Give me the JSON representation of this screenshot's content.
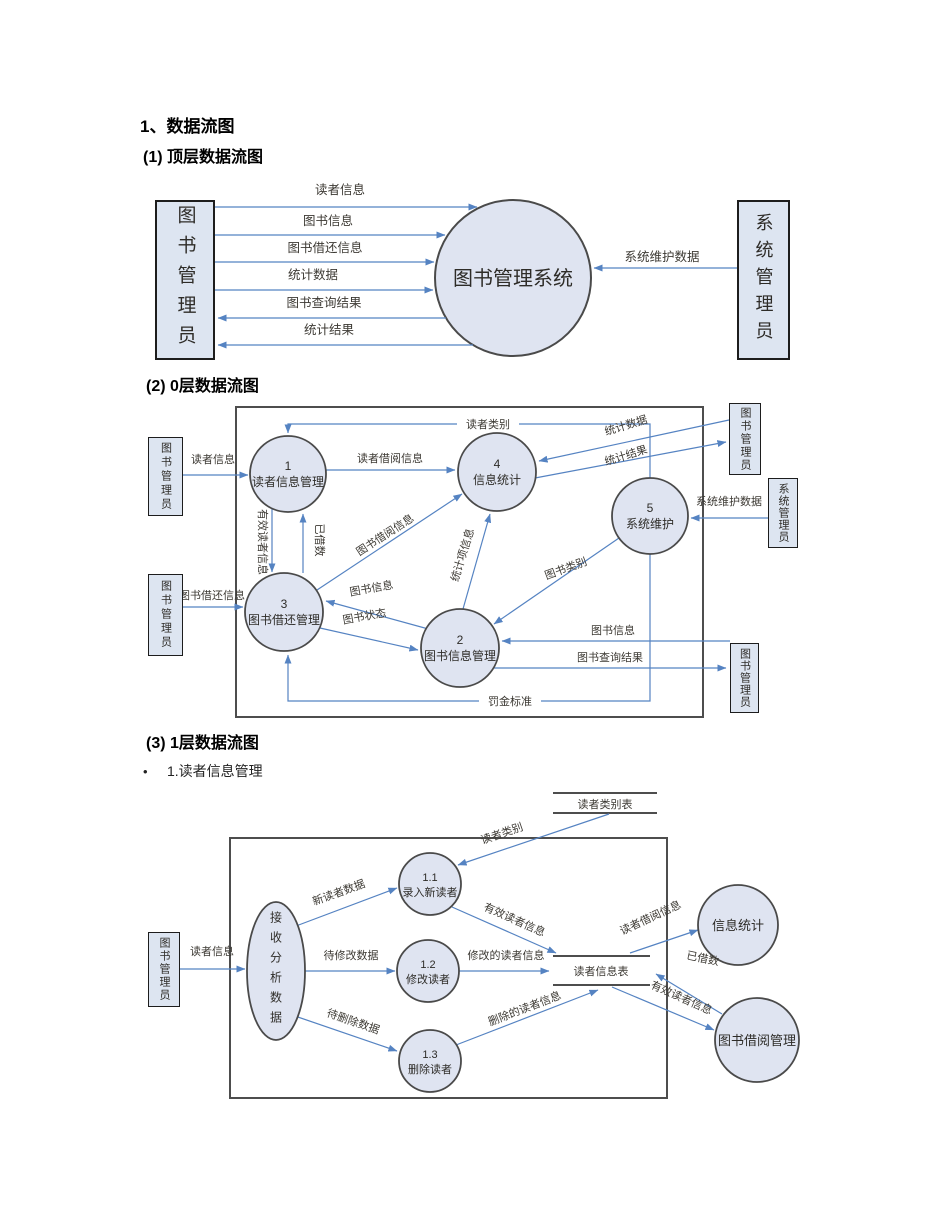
{
  "document": {
    "title": "1、数据流图",
    "section1": "(1) 顶层数据流图",
    "section2": "(2) 0层数据流图",
    "section3": "(3) 1层数据流图",
    "bullet_marker": "•",
    "bullet1": "1.读者信息管理"
  },
  "colors": {
    "arrow": "#5583c2",
    "node_fill": "#dfe4f1",
    "node_stroke": "#4a4a4a",
    "entity_fill": "#dde5f1"
  },
  "top": {
    "entity_left": "图书管理员",
    "entity_right": "系统管理员",
    "process": "图书管理系统",
    "flows": [
      "读者信息",
      "图书信息",
      "图书借还信息",
      "统计数据",
      "图书查询结果",
      "统计结果",
      "系统维护数据"
    ]
  },
  "level0": {
    "entities": {
      "tl": "图书管理员",
      "bl": "图书管理员",
      "tr": "图书管理员",
      "r": "系统管理员",
      "br": "图书管理员"
    },
    "p1": {
      "num": "1",
      "name": "读者信息管理"
    },
    "p2": {
      "num": "2",
      "name": "图书信息管理"
    },
    "p3": {
      "num": "3",
      "name": "图书借还管理"
    },
    "p4": {
      "num": "4",
      "name": "信息统计"
    },
    "p5": {
      "num": "5",
      "name": "系统维护"
    },
    "flows": [
      "读者信息",
      "读者类别",
      "读者借阅信息",
      "统计数据",
      "统计结果",
      "系统维护数据",
      "有效读者信息",
      "已借数",
      "图书借还信息",
      "图书借阅信息",
      "统计项信息",
      "图书信息",
      "图书状态",
      "图书类别",
      "图书信息",
      "图书查询结果",
      "罚金标准"
    ]
  },
  "level1": {
    "entity": "图书管理员",
    "store_category": "读者类别表",
    "store_reader": "读者信息表",
    "recv": "接收分析数据",
    "p11": {
      "num": "1.1",
      "name": "录入新读者"
    },
    "p12": {
      "num": "1.2",
      "name": "修改读者"
    },
    "p13": {
      "num": "1.3",
      "name": "删除读者"
    },
    "stats": "信息统计",
    "borrow": "图书借阅管理",
    "flows": [
      "读者信息",
      "新读者数据",
      "待修改数据",
      "待删除数据",
      "读者类别",
      "有效读者信息",
      "修改的读者信息",
      "删除的读者信息",
      "读者借阅信息",
      "已借数",
      "有效读者信息"
    ]
  }
}
